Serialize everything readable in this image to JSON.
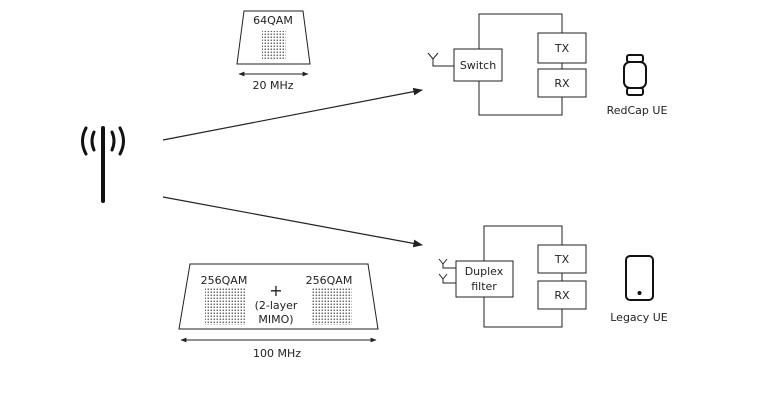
{
  "top_carrier": {
    "modulation": "64QAM",
    "bandwidth": "20 MHz"
  },
  "bottom_carrier": {
    "modulation_left": "256QAM",
    "modulation_right": "256QAM",
    "plus": "+",
    "mimo_line1": "(2-layer",
    "mimo_line2": "MIMO)",
    "bandwidth": "100 MHz"
  },
  "redcap": {
    "switch_label": "Switch",
    "tx_label": "TX",
    "rx_label": "RX",
    "device_label": "RedCap UE",
    "device_icon": "smartwatch-icon"
  },
  "legacy": {
    "filter_line1": "Duplex",
    "filter_line2": "filter",
    "tx_label": "TX",
    "rx_label": "RX",
    "device_label": "Legacy UE",
    "device_icon": "smartphone-icon"
  },
  "base_station_icon": "base-station-antenna-icon"
}
